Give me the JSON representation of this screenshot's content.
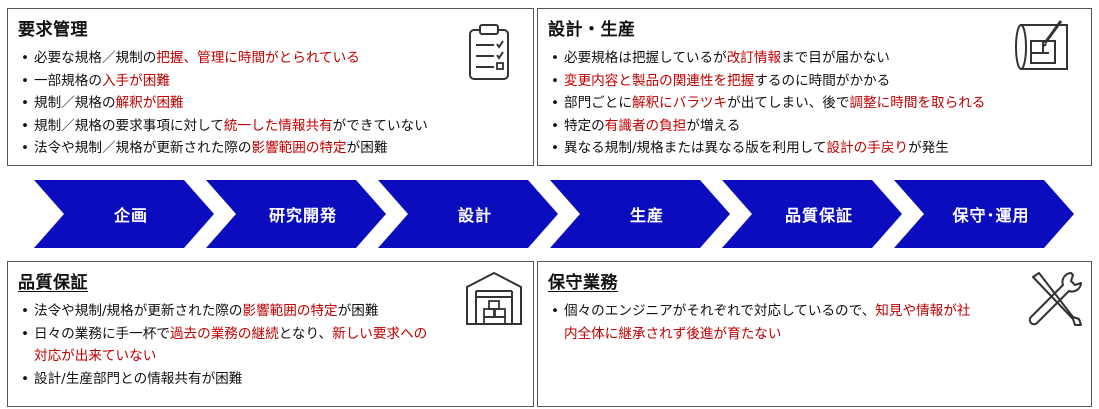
{
  "panels": {
    "requirements": {
      "title": "要求管理",
      "items": [
        [
          {
            "t": "必要な規格／規制の"
          },
          {
            "t": "把握、管理に時間がとられている",
            "red": true
          }
        ],
        [
          {
            "t": "一部規格の"
          },
          {
            "t": "入手が困難",
            "red": true
          }
        ],
        [
          {
            "t": "規制／規格の"
          },
          {
            "t": "解釈が困難",
            "red": true
          }
        ],
        [
          {
            "t": "規制／規格の要求事項に対して"
          },
          {
            "t": "統一した情報共有",
            "red": true
          },
          {
            "t": "ができていない"
          }
        ],
        [
          {
            "t": "法令や規制／規格が更新された際の"
          },
          {
            "t": "影響範囲の特定",
            "red": true
          },
          {
            "t": "が困難"
          }
        ]
      ]
    },
    "design": {
      "title": "設計・生産",
      "items": [
        [
          {
            "t": "必要規格は把握しているが"
          },
          {
            "t": "改訂情報",
            "red": true
          },
          {
            "t": "まで目が届かない"
          }
        ],
        [
          {
            "t": "変更内容と製品の関連性を把握",
            "red": true
          },
          {
            "t": "するのに時間がかかる"
          }
        ],
        [
          {
            "t": "部門ごとに"
          },
          {
            "t": "解釈にバラツキ",
            "red": true
          },
          {
            "t": "が出てしまい、後で"
          },
          {
            "t": "調整に時間を取られる",
            "red": true
          }
        ],
        [
          {
            "t": "特定の"
          },
          {
            "t": "有識者の負担",
            "red": true
          },
          {
            "t": "が増える"
          }
        ],
        [
          {
            "t": "異なる規制/規格または異なる版を利用して"
          },
          {
            "t": "設計の手戻り",
            "red": true
          },
          {
            "t": "が発生"
          }
        ]
      ]
    },
    "qa": {
      "title": "品質保証",
      "items": [
        [
          {
            "t": "法令や規制/規格が更新された際の"
          },
          {
            "t": "影響範囲の特定",
            "red": true
          },
          {
            "t": "が困難"
          }
        ],
        [
          {
            "t": "日々の業務に手一杯で"
          },
          {
            "t": "過去の業務の継続",
            "red": true
          },
          {
            "t": "となり、"
          },
          {
            "t": "新しい要求への対応が出来ていない",
            "red": true
          }
        ],
        [
          {
            "t": "設計/生産部門との情報共有が困難"
          }
        ]
      ]
    },
    "maintenance": {
      "title": "保守業務",
      "items": [
        [
          {
            "t": "個々のエンジニアがそれぞれで対応しているので、"
          },
          {
            "t": "知見や情報が社内全体に継承されず後進が育たない",
            "red": true
          }
        ]
      ]
    }
  },
  "flow_steps": [
    "企画",
    "研究開発",
    "設計",
    "生産",
    "品質保証",
    "保守･運用"
  ],
  "colors": {
    "arrow": "#0c0cbf",
    "highlight": "#c00000"
  }
}
